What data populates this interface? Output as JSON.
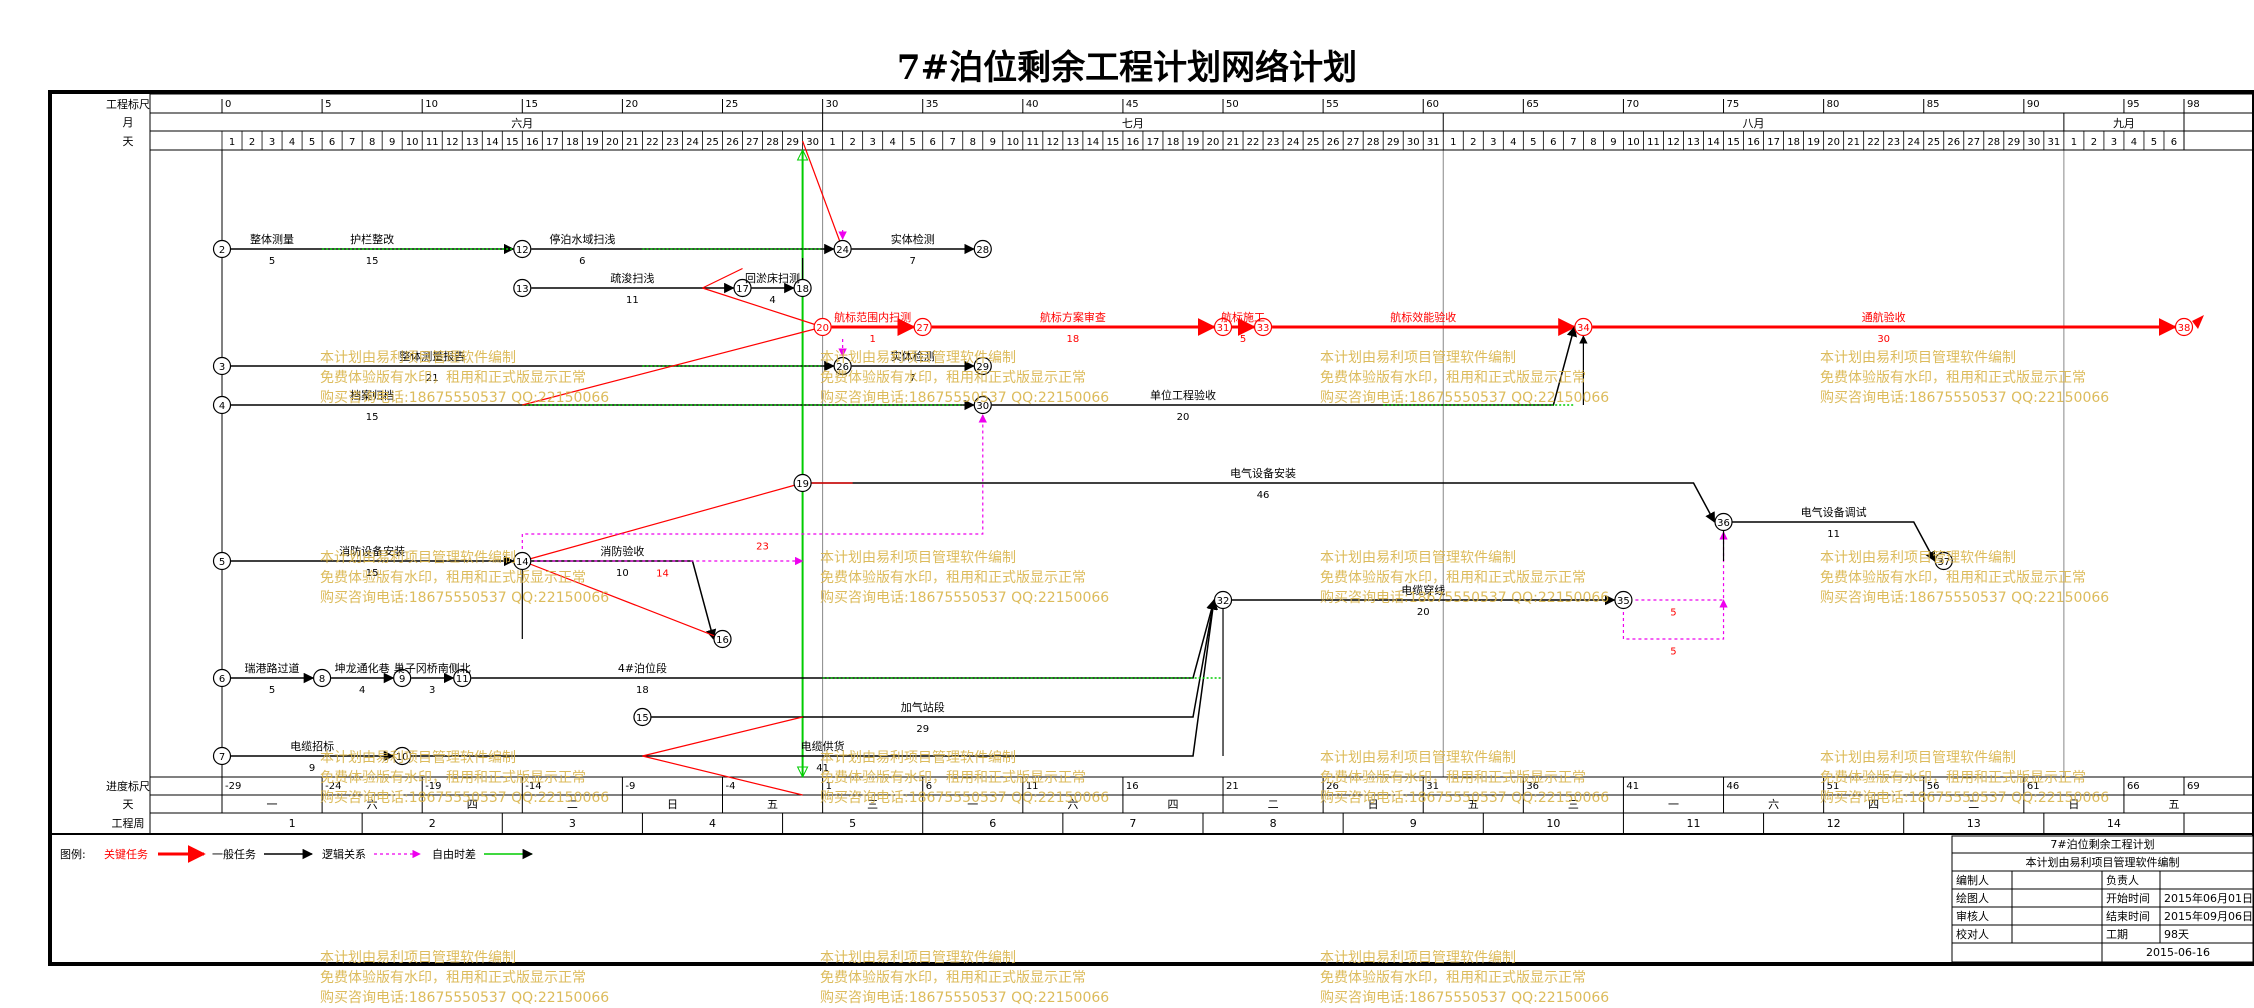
{
  "title": "7#泊位剩余工程计划网络计划",
  "header": {
    "scale_label": "工程标尺",
    "month_label": "月",
    "day_label": "天",
    "scale_ticks": [
      "0",
      "5",
      "10",
      "15",
      "20",
      "25",
      "30",
      "35",
      "40",
      "45",
      "50",
      "55",
      "60",
      "65",
      "70",
      "75",
      "80",
      "85",
      "90",
      "95",
      "98"
    ],
    "months": [
      "六月",
      "七月",
      "八月",
      "九月"
    ],
    "days_june": 30,
    "days_july": 31,
    "days_aug": 31,
    "days_sep": 6
  },
  "footer": {
    "progress_label": "进度标尺",
    "progress_ticks": [
      "-29",
      "-24",
      "-19",
      "-14",
      "-9",
      "-4",
      "1",
      "6",
      "11",
      "16",
      "21",
      "26",
      "31",
      "36",
      "41",
      "46",
      "51",
      "56",
      "61",
      "66",
      "69"
    ],
    "weekday_label": "天",
    "weekdays": [
      "一",
      "六",
      "四",
      "二",
      "日",
      "五",
      "三",
      "一",
      "六",
      "四",
      "二",
      "日",
      "五",
      "三",
      "一",
      "六",
      "四",
      "二",
      "日",
      "五"
    ],
    "week_label": "工程周",
    "weeks": [
      "1",
      "2",
      "3",
      "4",
      "5",
      "6",
      "7",
      "8",
      "9",
      "10",
      "11",
      "12",
      "13",
      "14"
    ]
  },
  "legend": {
    "prefix": "图例:",
    "critical": "关键任务",
    "general": "一般任务",
    "logic": "逻辑关系",
    "free": "自由时差"
  },
  "info": {
    "title": "7#泊位剩余工程计划",
    "subtitle": "本计划由易利项目管理软件编制",
    "rows": [
      [
        "编制人",
        "",
        "负责人",
        ""
      ],
      [
        "绘图人",
        "",
        "开始时间",
        "2015年06月01日"
      ],
      [
        "审核人",
        "",
        "结束时间",
        "2015年09月06日"
      ],
      [
        "校对人",
        "",
        "工期",
        "98天"
      ]
    ],
    "date": "2015-06-16"
  },
  "watermark": [
    "本计划由易利项目管理软件编制",
    "免费体验版有水印，租用和正式版显示正常",
    "购买咨询电话:18675550537 QQ:22150066"
  ],
  "nodes": [
    {
      "id": "2",
      "d": 0,
      "row": 1
    },
    {
      "id": "3",
      "d": 0,
      "row": 4
    },
    {
      "id": "4",
      "d": 0,
      "row": 5
    },
    {
      "id": "5",
      "d": 0,
      "row": 9
    },
    {
      "id": "6",
      "d": 0,
      "row": 12
    },
    {
      "id": "7",
      "d": 0,
      "row": 14
    },
    {
      "id": "8",
      "d": 5,
      "row": 12
    },
    {
      "id": "9",
      "d": 9,
      "row": 12
    },
    {
      "id": "10",
      "d": 9,
      "row": 14
    },
    {
      "id": "11",
      "d": 12,
      "row": 12
    },
    {
      "id": "12",
      "d": 15,
      "row": 1
    },
    {
      "id": "13",
      "d": 15,
      "row": 2
    },
    {
      "id": "14",
      "d": 15,
      "row": 9
    },
    {
      "id": "15",
      "d": 21,
      "row": 13
    },
    {
      "id": "16",
      "d": 25,
      "row": 11
    },
    {
      "id": "17",
      "d": 26,
      "row": 2
    },
    {
      "id": "18",
      "d": 29,
      "row": 2
    },
    {
      "id": "19",
      "d": 29,
      "row": 7
    },
    {
      "id": "20",
      "d": 30,
      "row": 3
    },
    {
      "id": "24",
      "d": 31,
      "row": 1
    },
    {
      "id": "26",
      "d": 31,
      "row": 4
    },
    {
      "id": "27",
      "d": 35,
      "row": 3
    },
    {
      "id": "28",
      "d": 38,
      "row": 1
    },
    {
      "id": "29",
      "d": 38,
      "row": 4
    },
    {
      "id": "30",
      "d": 38,
      "row": 5
    },
    {
      "id": "31",
      "d": 50,
      "row": 3
    },
    {
      "id": "32",
      "d": 50,
      "row": 10
    },
    {
      "id": "33",
      "d": 52,
      "row": 3
    },
    {
      "id": "34",
      "d": 68,
      "row": 3
    },
    {
      "id": "35",
      "d": 70,
      "row": 10
    },
    {
      "id": "36",
      "d": 75,
      "row": 8
    },
    {
      "id": "37",
      "d": 86,
      "row": 9
    },
    {
      "id": "38",
      "d": 98,
      "row": 3
    }
  ],
  "tasks": [
    {
      "from": "2",
      "to": "12",
      "name": "整体测量",
      "dur": "5",
      "type": "general",
      "label_d": 2.5
    },
    {
      "from": "2",
      "to": "12",
      "name": "护栏整改",
      "dur": "15",
      "type": "general",
      "label_d": 7.5,
      "hidden_line": true
    },
    {
      "from": "12",
      "to": "24",
      "name": "停泊水域扫浅",
      "dur": "6",
      "type": "general",
      "label_d": 18
    },
    {
      "from": "24",
      "to": "28",
      "name": "实体检测",
      "dur": "7",
      "type": "general",
      "label_d": 34.5
    },
    {
      "from": "13",
      "to": "17",
      "name": "疏浚扫浅",
      "dur": "11",
      "type": "general",
      "label_d": 20.5
    },
    {
      "from": "17",
      "to": "18",
      "name": "回淤床扫测",
      "dur": "4",
      "type": "general",
      "label_d": 27.5
    },
    {
      "from": "20",
      "to": "27",
      "name": "航标范围内扫测",
      "dur": "1",
      "type": "critical",
      "label_d": 32.5
    },
    {
      "from": "27",
      "to": "31",
      "name": "航标方案审查",
      "dur": "18",
      "type": "critical",
      "label_d": 42.5
    },
    {
      "from": "31",
      "to": "33",
      "name": "航标施工",
      "dur": "5",
      "type": "critical",
      "label_d": 51
    },
    {
      "from": "33",
      "to": "34",
      "name": "航标效能验收",
      "dur": "",
      "type": "critical",
      "label_d": 60
    },
    {
      "from": "34",
      "to": "38",
      "name": "通航验收",
      "dur": "30",
      "type": "critical",
      "label_d": 83
    },
    {
      "from": "3",
      "to": "26",
      "name": "整体测量报告",
      "dur": "21",
      "type": "general",
      "label_d": 10.5
    },
    {
      "from": "26",
      "to": "29",
      "name": "实体检测",
      "dur": "7",
      "type": "general",
      "label_d": 34.5
    },
    {
      "from": "4",
      "to": "30",
      "name": "档案归档",
      "dur": "15",
      "type": "general",
      "label_d": 7.5
    },
    {
      "from": "30",
      "to": "34",
      "name": "单位工程验收",
      "dur": "20",
      "type": "general",
      "label_d": 48
    },
    {
      "from": "19",
      "to": "36",
      "name": "电气设备安装",
      "dur": "46",
      "type": "general",
      "label_d": 52
    },
    {
      "from": "36",
      "to": "37",
      "name": "电气设备调试",
      "dur": "11",
      "type": "general",
      "label_d": 80.5
    },
    {
      "from": "5",
      "to": "14",
      "name": "消防设备安装",
      "dur": "15",
      "type": "general",
      "label_d": 7.5
    },
    {
      "from": "14",
      "to": "16",
      "name": "消防验收",
      "dur": "10",
      "type": "general",
      "label_d": 20
    },
    {
      "from": "32",
      "to": "35",
      "name": "电缆穿线",
      "dur": "20",
      "type": "general",
      "label_d": 60
    },
    {
      "from": "6",
      "to": "8",
      "name": "瑞港路过道",
      "dur": "5",
      "type": "general",
      "label_d": 2.5
    },
    {
      "from": "8",
      "to": "9",
      "name": "坤龙通化巷",
      "dur": "4",
      "type": "general",
      "label_d": 7
    },
    {
      "from": "9",
      "to": "11",
      "name": "巢子冈桥南侧北",
      "dur": "3",
      "type": "general",
      "label_d": 10.5
    },
    {
      "from": "11",
      "to": "32",
      "name": "4#泊位段",
      "dur": "18",
      "type": "general",
      "label_d": 21
    },
    {
      "from": "15",
      "to": "32",
      "name": "加气站段",
      "dur": "29",
      "type": "general",
      "label_d": 35
    },
    {
      "from": "7",
      "to": "10",
      "name": "电缆招标",
      "dur": "9",
      "type": "general",
      "label_d": 4.5
    },
    {
      "from": "10",
      "to": "32",
      "name": "电缆供货",
      "dur": "41",
      "type": "general",
      "label_d": 30
    }
  ],
  "float_labels": [
    {
      "text": "23",
      "d": 27,
      "row": 8.6,
      "color": "#ff0000"
    },
    {
      "text": "14",
      "d": 22,
      "row": 9.3,
      "color": "#ff0000"
    },
    {
      "text": "5",
      "d": 72.5,
      "row": 10.3,
      "color": "#ff0000"
    },
    {
      "text": "5",
      "d": 72.5,
      "row": 11.3,
      "color": "#ff0000"
    }
  ],
  "colors": {
    "critical": "#ff0000",
    "general": "#000000",
    "logic": "#000000",
    "free_time": "#00cc00",
    "logic_dashed": "#ee00ee",
    "watermark": "#d9b44a",
    "vertical_today": "#00cc00"
  }
}
